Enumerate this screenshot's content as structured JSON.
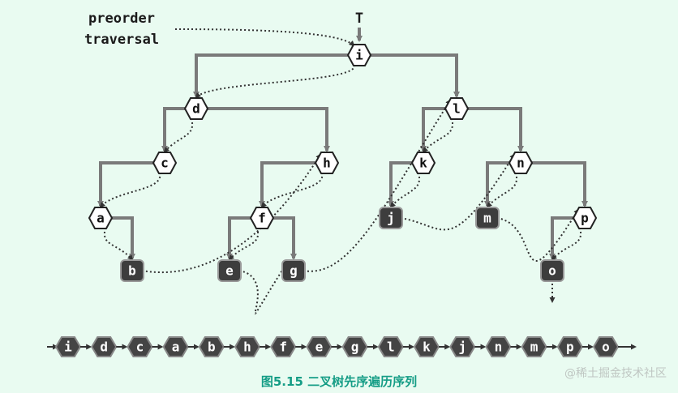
{
  "labels": {
    "pointer": "T",
    "title_line1": "preorder",
    "title_line2": "traversal"
  },
  "tree": {
    "internal_nodes": [
      "i",
      "d",
      "l",
      "c",
      "h",
      "k",
      "n",
      "a",
      "f",
      "p"
    ],
    "leaf_nodes": [
      "b",
      "e",
      "g",
      "j",
      "m",
      "o"
    ],
    "edges": [
      [
        "i",
        "d"
      ],
      [
        "i",
        "l"
      ],
      [
        "d",
        "c"
      ],
      [
        "d",
        "h"
      ],
      [
        "c",
        "a"
      ],
      [
        "a",
        "b"
      ],
      [
        "h",
        "f"
      ],
      [
        "f",
        "e"
      ],
      [
        "f",
        "g"
      ],
      [
        "l",
        "k"
      ],
      [
        "l",
        "n"
      ],
      [
        "k",
        "j"
      ],
      [
        "n",
        "m"
      ],
      [
        "n",
        "p"
      ],
      [
        "p",
        "o"
      ]
    ]
  },
  "sequence": [
    "i",
    "d",
    "c",
    "a",
    "b",
    "h",
    "f",
    "e",
    "g",
    "l",
    "k",
    "j",
    "n",
    "m",
    "p",
    "o"
  ],
  "caption": "图5.15 二叉树先序遍历序列",
  "watermark": "@稀土掘金技术社区",
  "colors": {
    "background": "#e9fbf1",
    "edge": "#7a7a7a",
    "leaf_fill": "#3d3d3d",
    "node_fill": "#ffffff",
    "caption": "#159d86",
    "path": "#333333"
  }
}
